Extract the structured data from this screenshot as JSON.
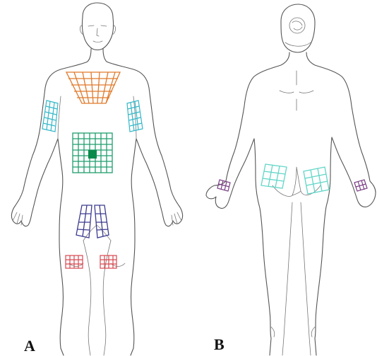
{
  "panels": [
    {
      "id": "A",
      "label": "A",
      "view": "front"
    },
    {
      "id": "B",
      "label": "B",
      "view": "back"
    }
  ],
  "grids": [
    {
      "id": "upper-chest-grid",
      "panel": "A",
      "color": "#e07a2c",
      "shape": "inverted-trapezoid"
    },
    {
      "id": "left-upper-arm-grid",
      "panel": "A",
      "color": "#35b7c8"
    },
    {
      "id": "right-upper-arm-grid",
      "panel": "A",
      "color": "#35b7c8"
    },
    {
      "id": "abdomen-grid",
      "panel": "A",
      "color": "#1f9e6e",
      "center_fill": "#0a8a4a"
    },
    {
      "id": "left-thigh-grid",
      "panel": "A",
      "color": "#3b3a8f"
    },
    {
      "id": "right-thigh-grid",
      "panel": "A",
      "color": "#3b3a8f"
    },
    {
      "id": "left-knee-grid",
      "panel": "A",
      "color": "#d9474f"
    },
    {
      "id": "right-knee-grid",
      "panel": "A",
      "color": "#d9474f"
    },
    {
      "id": "left-buttock-grid",
      "panel": "B",
      "color": "#62d6c8"
    },
    {
      "id": "right-buttock-grid",
      "panel": "B",
      "color": "#62d6c8"
    },
    {
      "id": "left-wrist-grid",
      "panel": "B",
      "color": "#7a3f86"
    },
    {
      "id": "right-wrist-grid",
      "panel": "B",
      "color": "#7a3f86"
    }
  ]
}
